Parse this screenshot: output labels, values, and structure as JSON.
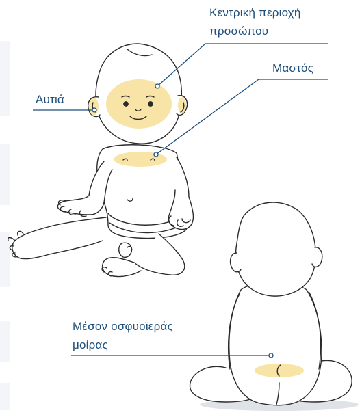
{
  "labels": {
    "face_line1": "Κεντρική περιοχή",
    "face_line2": "προσώπου",
    "chest": "Μαστός",
    "ears": "Αυτιά",
    "lumbar_line1": "Μέσον οσφυοϊεράς",
    "lumbar_line2": "μοίρας"
  },
  "colors": {
    "label_text": "#1f4f7a",
    "leader_line": "#1f4f7a",
    "highlight": "#f7e4a6",
    "outline": "#2b2b2b",
    "shadow": "#dfe2e7"
  }
}
